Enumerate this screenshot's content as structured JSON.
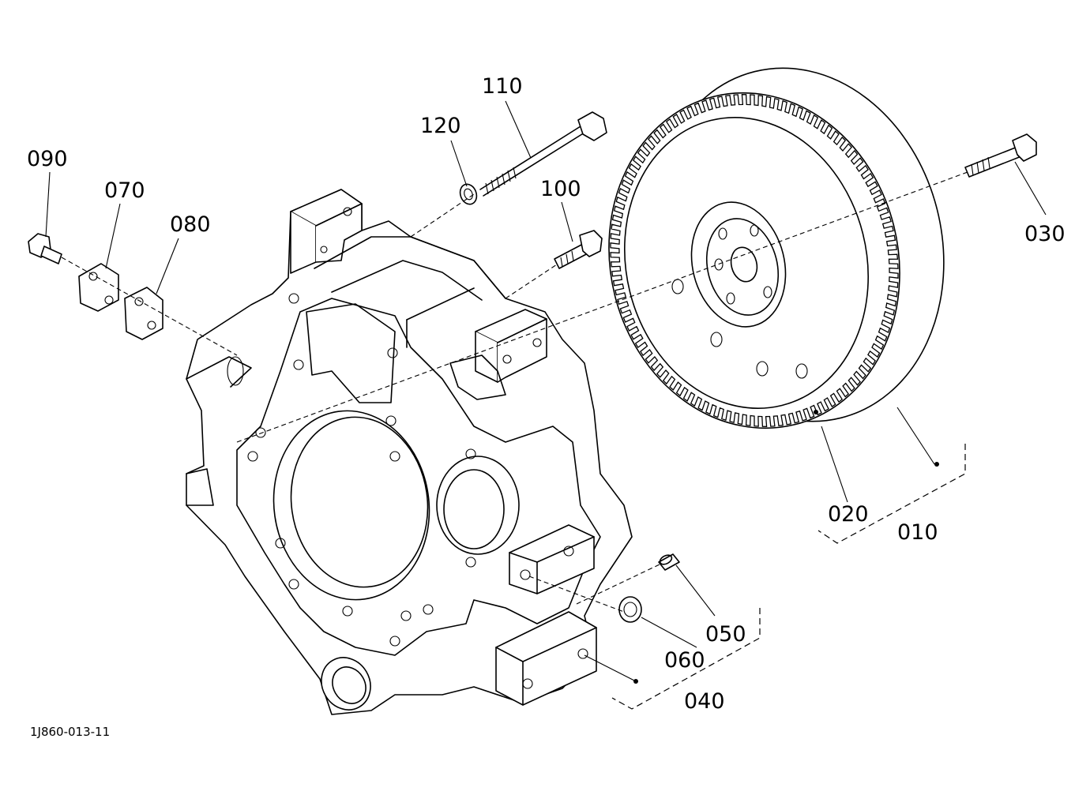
{
  "callouts": {
    "c010": "010",
    "c020": "020",
    "c030": "030",
    "c040": "040",
    "c050": "050",
    "c060": "060",
    "c070": "070",
    "c080": "080",
    "c090": "090",
    "c100": "100",
    "c110": "110",
    "c120": "120"
  },
  "diagram_code": "1J860-013-11"
}
